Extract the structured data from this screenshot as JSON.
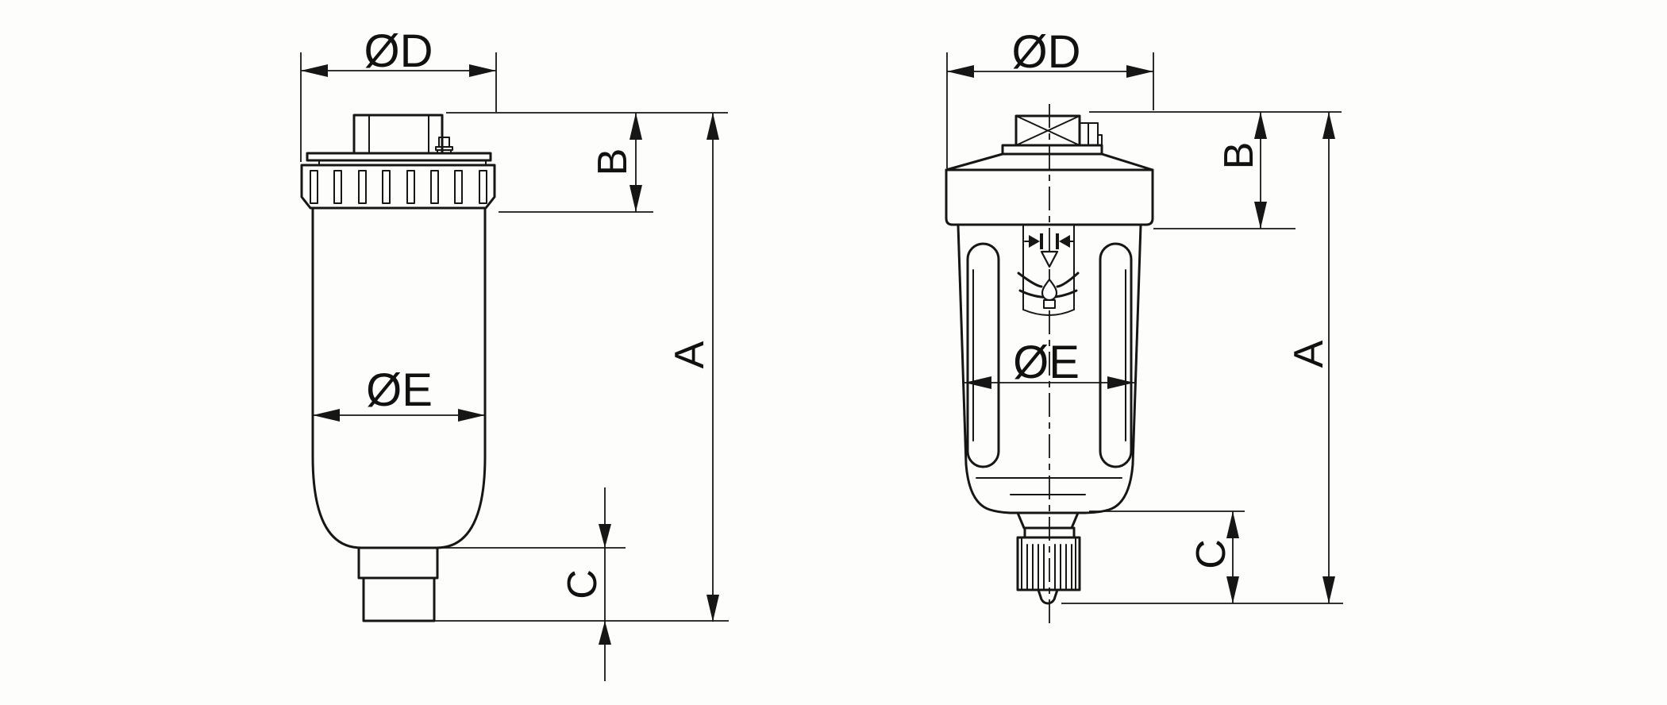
{
  "drawing": {
    "type": "technical-dimension-drawing",
    "views": {
      "left": {
        "dim_d": "ØD",
        "dim_e": "ØE",
        "dim_a": "A",
        "dim_b": "B",
        "dim_c": "C"
      },
      "right": {
        "dim_d": "ØD",
        "dim_e": "ØE",
        "dim_a": "A",
        "dim_b": "B",
        "dim_c": "C"
      }
    }
  },
  "colors": {
    "stroke": "#161616",
    "background": "#fdfdfc"
  }
}
